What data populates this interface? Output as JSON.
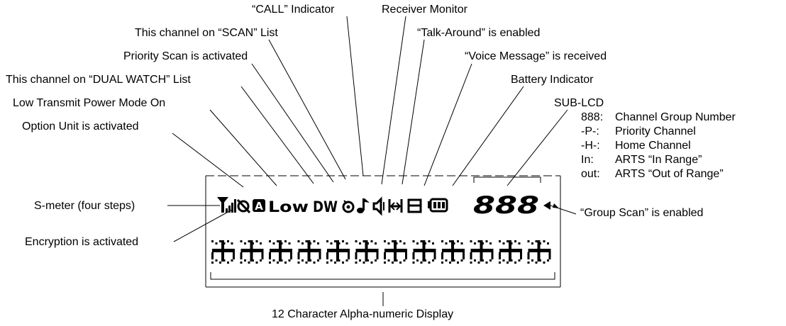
{
  "labels": {
    "call_indicator": "“CALL” Indicator",
    "receiver_monitor": "Receiver Monitor",
    "scan_list": "This channel on “SCAN” List",
    "talk_around": "“Talk-Around” is enabled",
    "priority_scan": "Priority Scan is activated",
    "voice_message": "“Voice Message” is received",
    "dual_watch": "This channel on “DUAL WATCH” List",
    "battery": "Battery Indicator",
    "low_power": "Low Transmit Power Mode On",
    "sub_lcd": "SUB-LCD",
    "option_unit": "Option Unit is activated",
    "s_meter": "S-meter (four steps)",
    "group_scan": "“Group Scan” is enabled",
    "encryption": "Encryption is activated",
    "alpha_display": "12 Character Alpha-numeric Display"
  },
  "sub_lcd_legend": [
    {
      "code": "888:",
      "meaning": "Channel Group Number"
    },
    {
      "code": "-P-:",
      "meaning": "Priority Channel"
    },
    {
      "code": "-H-:",
      "meaning": "Home Channel"
    },
    {
      "code": "In:",
      "meaning": "ARTS “In Range”"
    },
    {
      "code": "out:",
      "meaning": "ARTS “Out of Range”"
    }
  ],
  "lcd": {
    "option_icon": "A",
    "low_text": "Low",
    "dw_text": "DW",
    "sub_digits": "888",
    "char_count": 12
  },
  "icons": [
    "antenna-icon",
    "encryption-icon",
    "option-unit-icon",
    "call-icon",
    "note-icon",
    "speaker-icon",
    "talk-around-icon",
    "envelope-icon",
    "battery-icon",
    "group-scan-arrow-icon"
  ]
}
